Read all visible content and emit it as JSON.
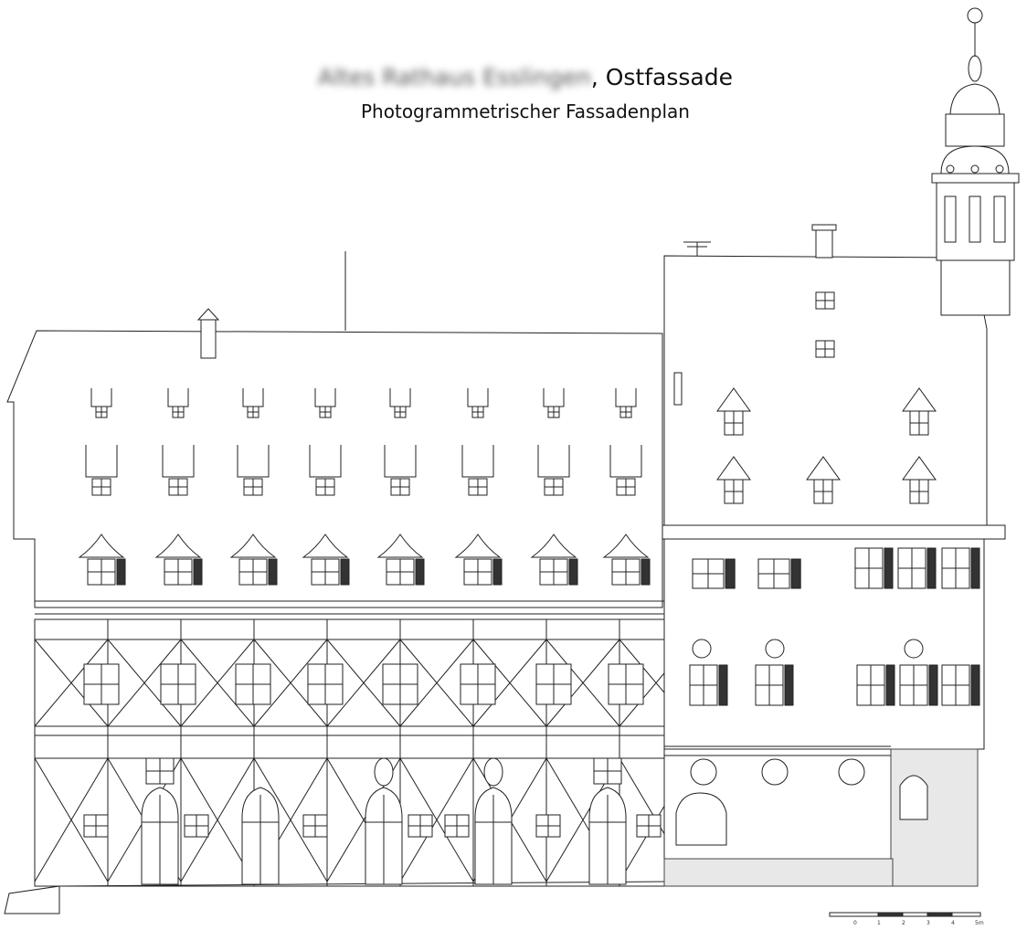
{
  "title": {
    "building_name": "Altes Rathaus Esslingen",
    "suffix": ", Ostfassade"
  },
  "subtitle": "Photogrammetrischer Fassadenplan",
  "scale_bar": {
    "labels": [
      "0",
      "1",
      "2",
      "3",
      "4",
      "5m"
    ]
  }
}
